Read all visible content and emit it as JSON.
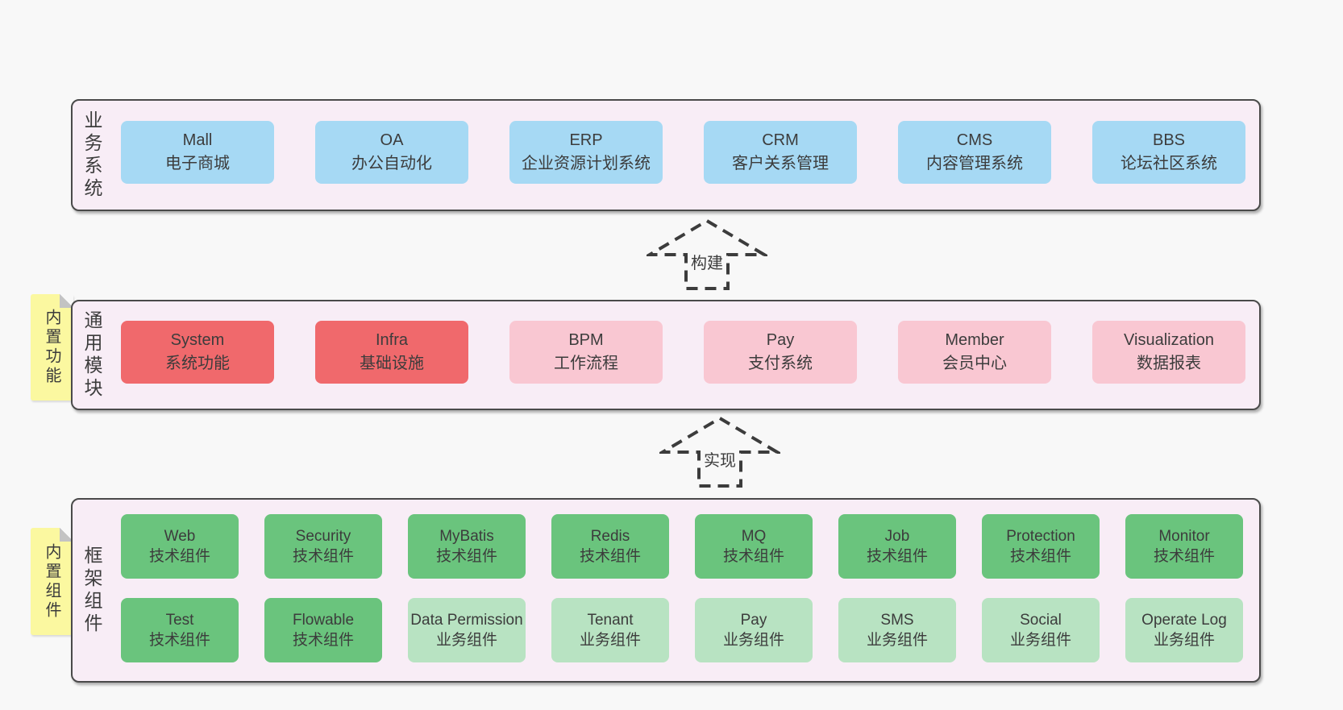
{
  "diagram": {
    "colors": {
      "page_bg": "#f8f8f8",
      "layer_bg": "#f8edf6",
      "border": "#4a4a4a",
      "text": "#3c3c3c",
      "arrow": "#3c3c3c",
      "note_bg": "#fbf8a0",
      "box_blue": "#a6d9f4",
      "box_red": "#f0696c",
      "box_pink": "#f9c7d2",
      "box_green": "#6ac47d",
      "box_light_green": "#b8e3c2"
    },
    "arrows": [
      {
        "label": "构建"
      },
      {
        "label": "实现"
      }
    ],
    "layers": {
      "business": {
        "label": "业务系统",
        "boxes": [
          {
            "name": "Mall",
            "desc": "电子商城",
            "variant": "blue"
          },
          {
            "name": "OA",
            "desc": "办公自动化",
            "variant": "blue"
          },
          {
            "name": "ERP",
            "desc": "企业资源计划系统",
            "variant": "blue"
          },
          {
            "name": "CRM",
            "desc": "客户关系管理",
            "variant": "blue"
          },
          {
            "name": "CMS",
            "desc": "内容管理系统",
            "variant": "blue"
          },
          {
            "name": "BBS",
            "desc": "论坛社区系统",
            "variant": "blue"
          }
        ]
      },
      "modules": {
        "label": "通用模块",
        "note": "内置功能",
        "boxes": [
          {
            "name": "System",
            "desc": "系统功能",
            "variant": "red"
          },
          {
            "name": "Infra",
            "desc": "基础设施",
            "variant": "red"
          },
          {
            "name": "BPM",
            "desc": "工作流程",
            "variant": "pink"
          },
          {
            "name": "Pay",
            "desc": "支付系统",
            "variant": "pink"
          },
          {
            "name": "Member",
            "desc": "会员中心",
            "variant": "pink"
          },
          {
            "name": "Visualization",
            "desc": "数据报表",
            "variant": "pink"
          }
        ]
      },
      "components": {
        "label": "框架组件",
        "note": "内置组件",
        "row1": [
          {
            "name": "Web",
            "desc": "技术组件",
            "variant": "green"
          },
          {
            "name": "Security",
            "desc": "技术组件",
            "variant": "green"
          },
          {
            "name": "MyBatis",
            "desc": "技术组件",
            "variant": "green"
          },
          {
            "name": "Redis",
            "desc": "技术组件",
            "variant": "green"
          },
          {
            "name": "MQ",
            "desc": "技术组件",
            "variant": "green"
          },
          {
            "name": "Job",
            "desc": "技术组件",
            "variant": "green"
          },
          {
            "name": "Protection",
            "desc": "技术组件",
            "variant": "green"
          },
          {
            "name": "Monitor",
            "desc": "技术组件",
            "variant": "green"
          }
        ],
        "row2": [
          {
            "name": "Test",
            "desc": "技术组件",
            "variant": "green"
          },
          {
            "name": "Flowable",
            "desc": "技术组件",
            "variant": "green"
          },
          {
            "name": "Data Permission",
            "desc": "业务组件",
            "variant": "light-green"
          },
          {
            "name": "Tenant",
            "desc": "业务组件",
            "variant": "light-green"
          },
          {
            "name": "Pay",
            "desc": "业务组件",
            "variant": "light-green"
          },
          {
            "name": "SMS",
            "desc": "业务组件",
            "variant": "light-green"
          },
          {
            "name": "Social",
            "desc": "业务组件",
            "variant": "light-green"
          },
          {
            "name": "Operate Log",
            "desc": "业务组件",
            "variant": "light-green"
          }
        ]
      }
    }
  }
}
